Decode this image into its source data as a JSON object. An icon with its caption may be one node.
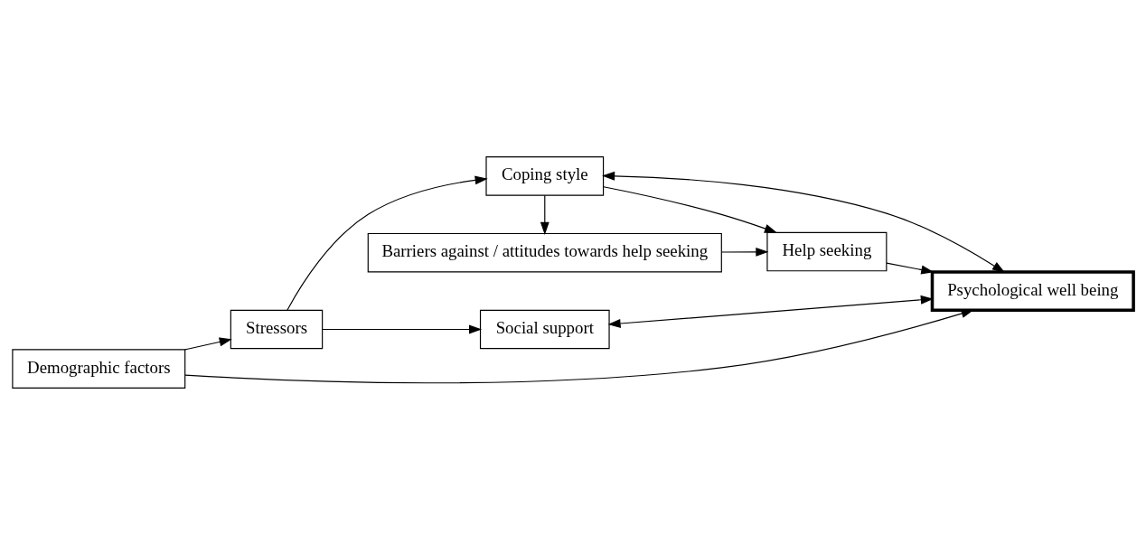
{
  "diagram": {
    "nodes": [
      {
        "text": [
          "Demographic factors"
        ]
      },
      {
        "text": [
          "Stressors"
        ]
      },
      {
        "text": [
          "Coping style"
        ]
      },
      {
        "text": [
          "Barriers against / attitudes towards help seeking"
        ]
      },
      {
        "text": [
          "Help seeking"
        ]
      },
      {
        "text": [
          "Social support"
        ]
      },
      {
        "text": [
          "Psychological well being"
        ]
      }
    ],
    "edges": [
      {
        "from": 0,
        "to": 1,
        "arrow": "to"
      },
      {
        "from": 1,
        "to": 2,
        "arrow": "to"
      },
      {
        "from": 1,
        "to": 5,
        "arrow": "to"
      },
      {
        "from": 2,
        "to": 3,
        "arrow": "to"
      },
      {
        "from": 2,
        "to": 4,
        "arrow": "to"
      },
      {
        "from": 3,
        "to": 4,
        "arrow": "to"
      },
      {
        "from": 4,
        "to": 6,
        "arrow": "to"
      },
      {
        "from": 2,
        "to": 6,
        "arrow": "both"
      },
      {
        "from": 5,
        "to": 6,
        "arrow": "both"
      },
      {
        "from": 0,
        "to": 6,
        "arrow": "to"
      }
    ]
  }
}
